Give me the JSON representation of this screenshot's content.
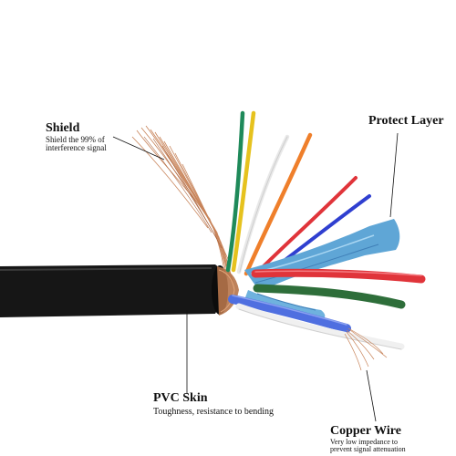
{
  "annotations": {
    "shield": {
      "title": "Shield",
      "desc_line1": "Shield the 99% of",
      "desc_line2": "interference signal"
    },
    "protect_layer": {
      "title": "Protect Layer"
    },
    "pvc_skin": {
      "title": "PVC Skin",
      "desc": "Toughness, resistance to bending"
    },
    "copper_wire": {
      "title": "Copper Wire",
      "desc_line1": "Very low impedance to",
      "desc_line2": "prevent signal attenuation"
    }
  },
  "colors": {
    "jacket": "#141414",
    "copper": "#c8845a",
    "foil": "#5fa6d6",
    "wire_green": "#1f8a5a",
    "wire_yellow": "#e6c21e",
    "wire_white": "#f0f0f0",
    "wire_orange": "#ef7f2b",
    "wire_red": "#e0343a",
    "wire_blue": "#2f3fd0",
    "wire_dark_green": "#2e6e3a",
    "wire_light_blue": "#4f6fe0"
  }
}
